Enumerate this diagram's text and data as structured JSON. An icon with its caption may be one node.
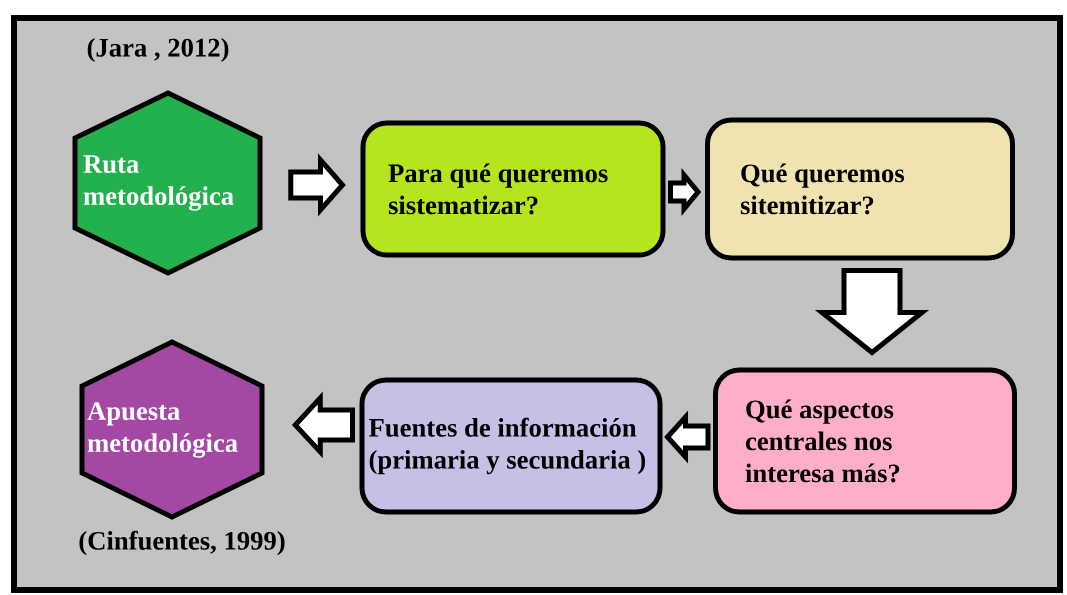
{
  "diagram": {
    "nodes": [
      {
        "text": [
          "Ruta metodológica"
        ],
        "beside": [
          "(Jara , 2012)"
        ]
      },
      {
        "text": [
          "Para qué queremos sistematizar?"
        ]
      },
      {
        "text": [
          "Qué queremos sitemitizar?"
        ]
      },
      {
        "text": [
          "Qué aspectos centrales nos interesa más?"
        ]
      },
      {
        "text": [
          "Fuentes de información (primaria y secundaria )"
        ]
      },
      {
        "text": [
          "Apuesta metodológica"
        ],
        "beside": [
          "(Cinfuentes, 1999)"
        ]
      }
    ],
    "edges": [
      {
        "from": 0,
        "to": 1,
        "arrow": "to"
      },
      {
        "from": 1,
        "to": 2,
        "arrow": "to"
      },
      {
        "from": 2,
        "to": 3,
        "arrow": "to"
      },
      {
        "from": 3,
        "to": 4,
        "arrow": "to"
      },
      {
        "from": 4,
        "to": 5,
        "arrow": "to"
      }
    ]
  }
}
